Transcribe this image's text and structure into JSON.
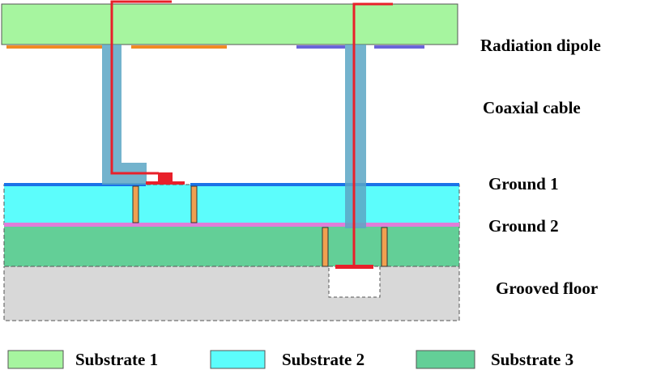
{
  "labels": {
    "radiation_dipole": "Radiation dipole",
    "coaxial_cable": "Coaxial cable",
    "ground1": "Ground 1",
    "ground2": "Ground 2",
    "grooved_floor": "Grooved floor"
  },
  "legend": [
    {
      "label": "Substrate 1",
      "color": "#a6f59f"
    },
    {
      "label": "Substrate 2",
      "color": "#5cfdfc"
    },
    {
      "label": "Substrate 3",
      "color": "#63cf97"
    }
  ],
  "colors": {
    "substrate1": "#a6f59f",
    "substrate2": "#5cfdfc",
    "substrate3": "#63cf97",
    "floor": "#d8d8d8",
    "ground1": "#1a73e8",
    "ground2": "#e07ed8",
    "dipole_left_arm": "#f08a24",
    "dipole_right_arm": "#6a64d8",
    "coax": "#5aa6c4",
    "feed": "#e8202a",
    "via": "#f0a050"
  }
}
